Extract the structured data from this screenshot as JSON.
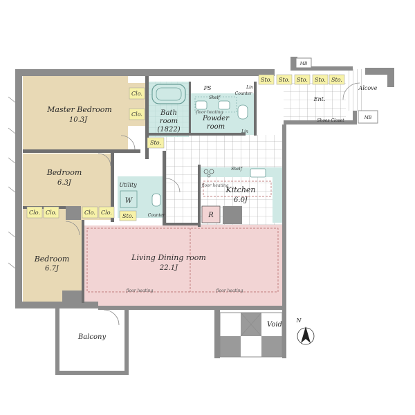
{
  "colors": {
    "wall": "#8c8c8c",
    "bedroom": "#e8d9b5",
    "living": "#f2d4d4",
    "wet": "#cfe9e5",
    "tag": "#f7f2a8",
    "dark": "#6f6f6f"
  },
  "rooms": {
    "master_bedroom": {
      "name": "Master Bedroom",
      "size": "10.3J"
    },
    "bedroom_mid": {
      "name": "Bedroom",
      "size": "6.3J"
    },
    "bedroom_low": {
      "name": "Bedroom",
      "size": "6.7J"
    },
    "bath": {
      "line1": "Bath",
      "line2": "room",
      "line3": "(1822)"
    },
    "powder": {
      "line1": "Powder",
      "line2": "room"
    },
    "kitchen": {
      "name": "Kitchen",
      "size": "6.0J"
    },
    "living": {
      "name": "Living Dining room",
      "size": "22.1J"
    },
    "utility": {
      "name": "Utility",
      "w": "W"
    }
  },
  "labels": {
    "ps": "PS",
    "mb_top": "MB",
    "mb_right": "MB",
    "alcove": "Alcove",
    "ent": "Ent.",
    "shoes_closet": "Shoes Closet",
    "counter_top": "Counter",
    "counter_bottom": "Counter",
    "shelf_top": "Shelf",
    "shelf_kitchen": "Shelf",
    "lin1": "Lin",
    "lin2": "Lin",
    "r": "R",
    "balcony": "Balcony",
    "void": "Void",
    "north": "N",
    "floor_heating_bath": "floor heating",
    "floor_heating_kitchen": "floor heating",
    "floor_heating_living1": "floor heating",
    "floor_heating_living2": "floor heating"
  },
  "tags": {
    "clo_master1": "Clo.",
    "clo_master2": "Clo.",
    "sto_master": "Sto.",
    "sto_ent1": "Sto.",
    "sto_ent2": "Sto.",
    "sto_ent3": "Sto.",
    "sto_ent4": "Sto.",
    "sto_ent5": "Sto.",
    "clo_b1": "Clo.",
    "clo_b2": "Clo.",
    "clo_b3": "Clo.",
    "clo_b4": "Clo.",
    "sto_util": "Sto."
  }
}
